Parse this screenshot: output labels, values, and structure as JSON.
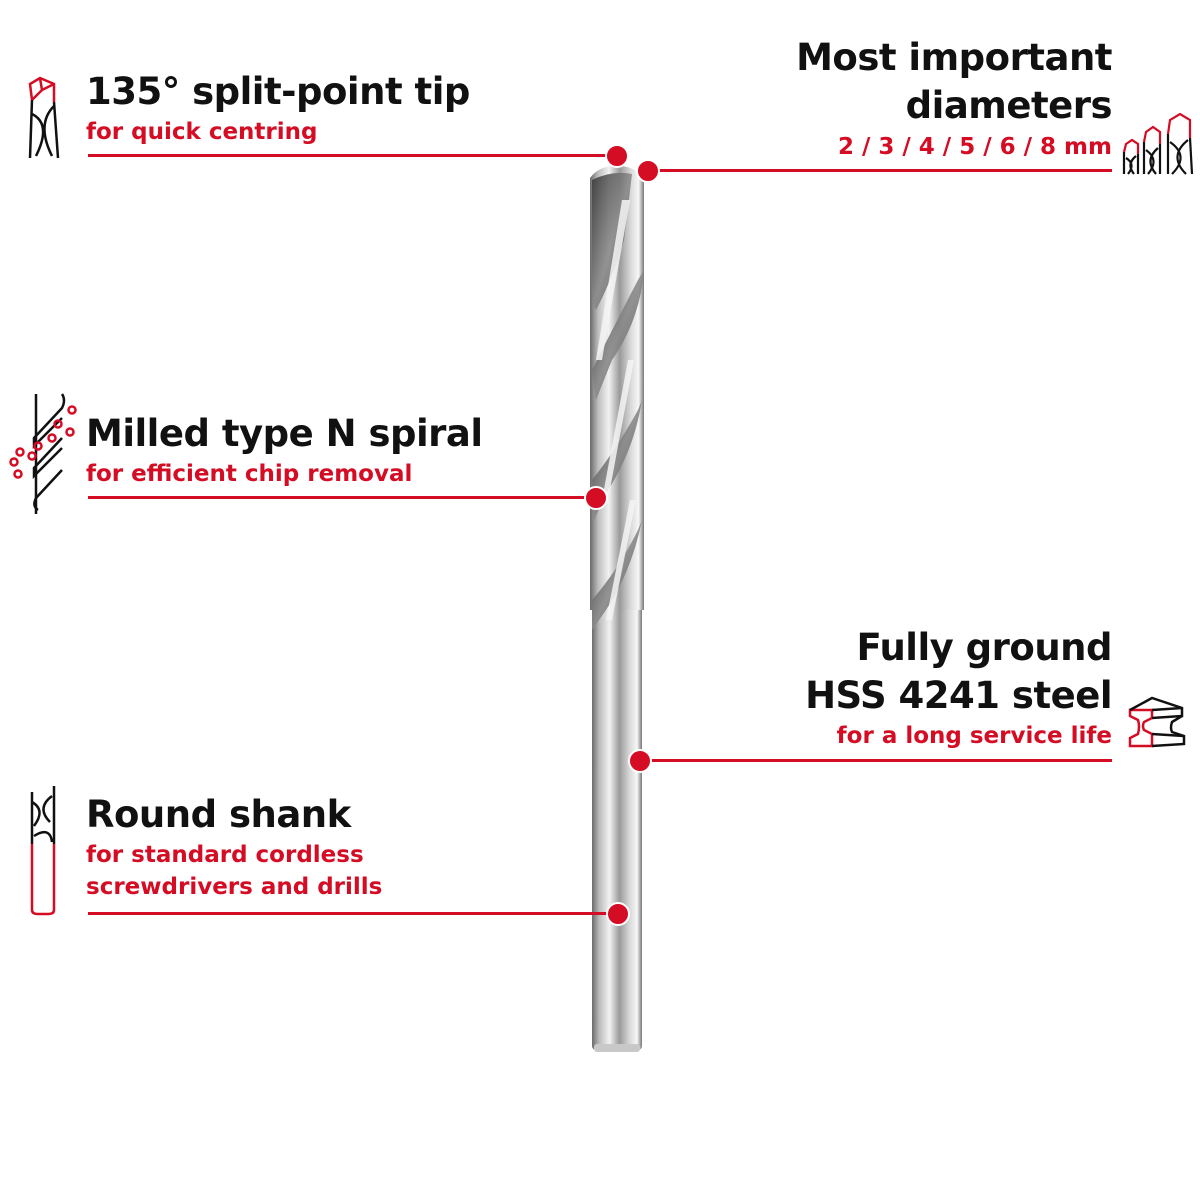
{
  "accent_color": "#d40c24",
  "text_color": "#111111",
  "features": [
    {
      "id": "tip",
      "title": "135° split-point tip",
      "subtitle": "for quick centring",
      "icon": "drill-tip-icon"
    },
    {
      "id": "diameters",
      "title_line1": "Most important",
      "title_line2": "diameters",
      "subtitle": "2 / 3 / 4 / 5 / 6 / 8 mm",
      "icon": "drill-sizes-icon"
    },
    {
      "id": "spiral",
      "title": "Milled type N spiral",
      "subtitle": "for efficient chip removal",
      "icon": "spiral-chips-icon"
    },
    {
      "id": "steel",
      "title_line1": "Fully ground",
      "title_line2": "HSS 4241 steel",
      "subtitle": "for a long service life",
      "icon": "steel-beam-icon"
    },
    {
      "id": "shank",
      "title": "Round shank",
      "subtitle_line1": "for standard cordless",
      "subtitle_line2": "screwdrivers and drills",
      "icon": "round-shank-icon"
    }
  ],
  "product": {
    "image": "drill-bit"
  }
}
